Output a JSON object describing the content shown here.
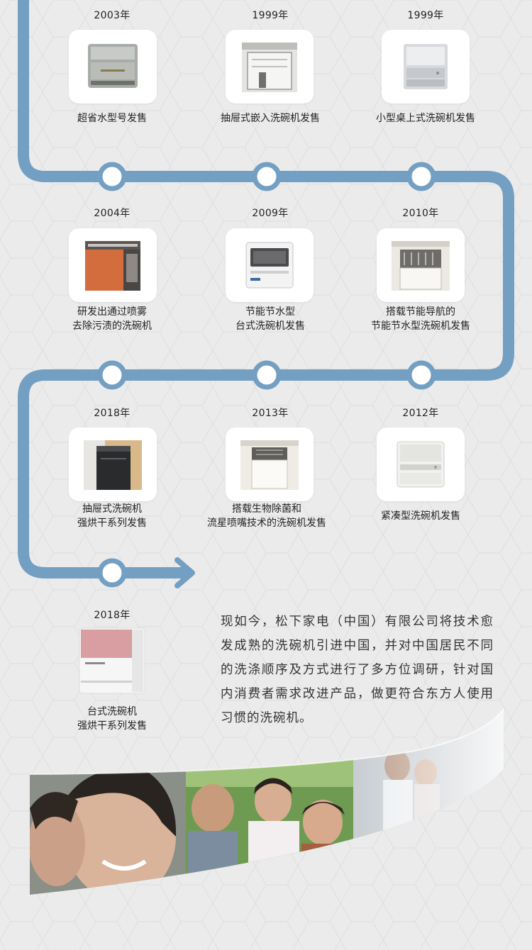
{
  "timeline": {
    "line_color": "#739fc2",
    "node_fill": "#ffffff",
    "milestones": [
      {
        "year": "2003年",
        "caption": [
          "超省水型号发售"
        ],
        "icon": "countertop-dishwasher-icon"
      },
      {
        "year": "1999年",
        "caption": [
          "抽屉式嵌入洗碗机发售"
        ],
        "icon": "drawer-dishwasher-icon"
      },
      {
        "year": "1999年",
        "caption": [
          "小型桌上式洗碗机发售"
        ],
        "icon": "compact-dishwasher-icon"
      },
      {
        "year": "2004年",
        "caption": [
          "研发出通过喷雾",
          "去除污渍的洗碗机"
        ],
        "icon": "builtin-dishwasher-icon"
      },
      {
        "year": "2009年",
        "caption": [
          "节能节水型",
          "台式洗碗机发售"
        ],
        "icon": "tabletop-dishwasher-icon"
      },
      {
        "year": "2010年",
        "caption": [
          "搭载节能导航的",
          "节能节水型洗碗机发售"
        ],
        "icon": "open-drawer-dishwasher-icon"
      },
      {
        "year": "2018年",
        "caption": [
          "抽屉式洗碗机",
          "强烘干系列发售"
        ],
        "icon": "dark-drawer-dishwasher-icon"
      },
      {
        "year": "2013年",
        "caption": [
          "搭载生物除菌和",
          "流星喷嘴技术的洗碗机发售"
        ],
        "icon": "kitchen-drawer-dishwasher-icon"
      },
      {
        "year": "2012年",
        "caption": [
          "紧凑型洗碗机发售"
        ],
        "icon": "compact-white-dishwasher-icon"
      },
      {
        "year": "2018年",
        "caption": [
          "台式洗碗机",
          "强烘干系列发售"
        ],
        "icon": "pink-dishwasher-icon"
      }
    ]
  },
  "intro": {
    "text": "现如今，松下家电（中国）有限公司将技术愈发成熟的洗碗机引进中国，并对中国居民不同的洗涤顺序及方式进行了多方位调研，针对国内消费者需求改进产品，做更符合东方人使用习惯的洗碗机。"
  },
  "photos": {
    "content": [
      "smiling-girl-photo",
      "family-outdoor-photo",
      "parent-child-photo"
    ]
  }
}
